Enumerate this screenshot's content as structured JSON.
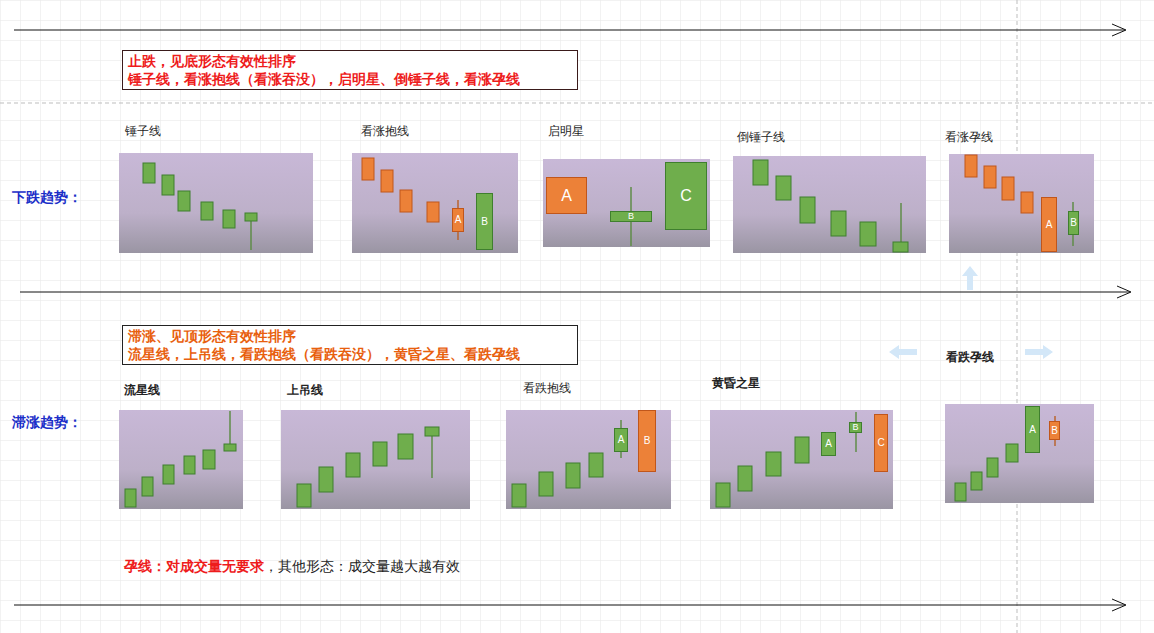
{
  "diagram": {
    "nodes": [
      {
        "text": [
          "止跌，见底形态有效性排序",
          "锤子线，看涨抱线（看涨吞没），启明星、倒锤子线，看涨孕线"
        ]
      },
      {
        "text": [
          "锤子线"
        ]
      },
      {
        "text": [
          "看涨抱线"
        ]
      },
      {
        "text": [
          "A"
        ],
        "in": 2
      },
      {
        "text": [
          "B"
        ],
        "in": 2
      },
      {
        "text": [
          "启明星"
        ]
      },
      {
        "text": [
          "A"
        ],
        "in": 5
      },
      {
        "text": [
          "B"
        ],
        "in": 5
      },
      {
        "text": [
          "C"
        ],
        "in": 5
      },
      {
        "text": [
          "倒锤子线"
        ]
      },
      {
        "text": [
          "看涨孕线"
        ]
      },
      {
        "text": [
          "A"
        ],
        "in": 10
      },
      {
        "text": [
          "B"
        ],
        "in": 10
      },
      {
        "text": [
          "滞涨、见顶形态有效性排序",
          "流星线，上吊线，看跌抱线（看跌吞没），黄昏之星、看跌孕线"
        ]
      },
      {
        "text": [
          "流星线"
        ]
      },
      {
        "text": [
          "上吊线"
        ]
      },
      {
        "text": [
          "看跌抱线"
        ]
      },
      {
        "text": [
          "A"
        ],
        "in": 16
      },
      {
        "text": [
          "B"
        ],
        "in": 16
      },
      {
        "text": [
          "黄昏之星"
        ]
      },
      {
        "text": [
          "A"
        ],
        "in": 19
      },
      {
        "text": [
          "B"
        ],
        "in": 19
      },
      {
        "text": [
          "C"
        ],
        "in": 19
      },
      {
        "text": [
          "看跌孕线"
        ]
      },
      {
        "text": [
          "A"
        ],
        "in": 23
      },
      {
        "text": [
          "B"
        ],
        "in": 23
      }
    ],
    "labels": [
      "下跌趋势：",
      "滞涨趋势：",
      "孕线：对成交量无要求",
      "，其他形态：成交量越大越有效"
    ]
  }
}
